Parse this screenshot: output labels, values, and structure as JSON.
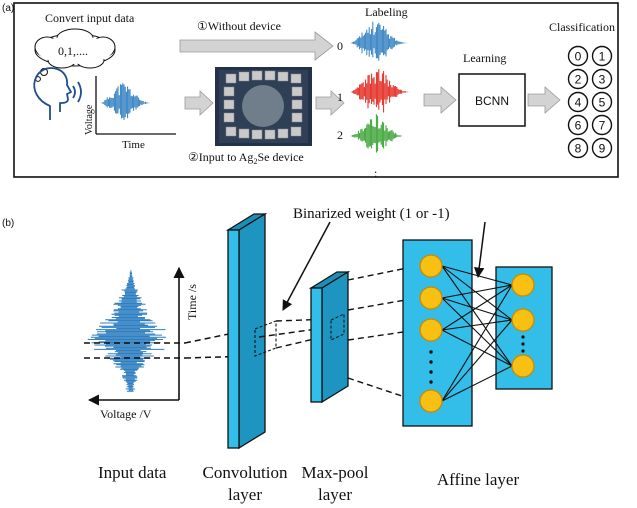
{
  "panel_a": {
    "tag": "(a)",
    "convert_label": "Convert input data",
    "digits_text": "0,1,....",
    "voltage_label": "Voltage",
    "time_label": "Time",
    "without_device": "①Without device",
    "input_device_prefix": "②Input to Ag",
    "input_device_sub": "2",
    "input_device_suffix": "Se device",
    "labeling_title": "Labeling",
    "label_0": "0",
    "label_1": "1",
    "label_2": "2",
    "ellipsis": ":",
    "learning_label": "Learning",
    "bcnn_label": "BCNN",
    "classification_title": "Classification",
    "classes": [
      "0",
      "1",
      "2",
      "3",
      "4",
      "5",
      "6",
      "7",
      "8",
      "9"
    ],
    "colors": {
      "wave_0": "#2f7fc1",
      "wave_1": "#e3261d",
      "wave_2": "#3aa335",
      "wave_input": "#2f7fc1",
      "arrow": "#d3d3d3"
    }
  },
  "panel_b": {
    "tag": "(b)",
    "binarized_weight": "Binarized weight (1 or -1)",
    "time_axis": "Time /s",
    "voltage_axis": "Voltage /V",
    "input_data": "Input data",
    "conv_line1": "Convolution",
    "conv_line2": "layer",
    "pool_line1": "Max-pool",
    "pool_line2": "layer",
    "affine": "Affine layer",
    "colors": {
      "layer": "#33bde9",
      "node": "#f8c013",
      "wave": "#2f7fc1"
    }
  }
}
